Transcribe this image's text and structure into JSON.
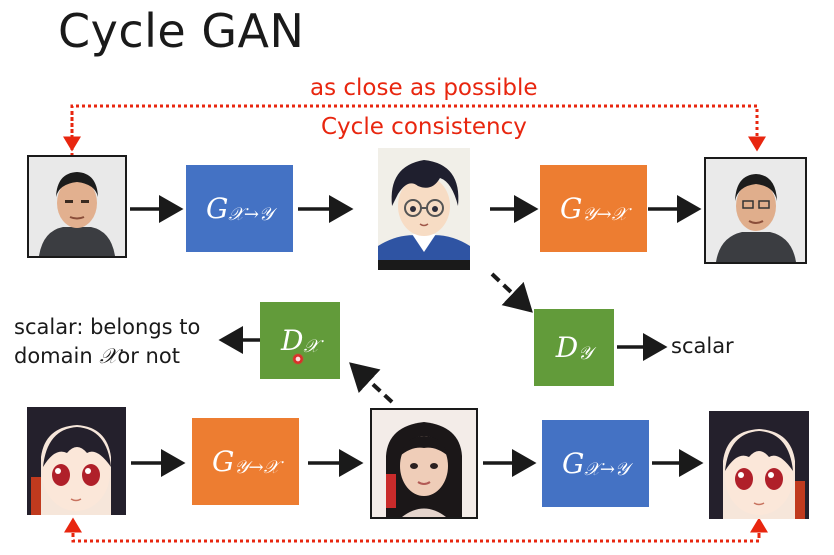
{
  "title": "Cycle GAN",
  "top_annotation": {
    "line1": "as close as possible",
    "line2": "Cycle consistency"
  },
  "generators": {
    "x_to_y": {
      "G": "G",
      "sub": "𝒳→𝒴"
    },
    "y_to_x": {
      "G": "G",
      "sub": "𝒴→𝒳"
    }
  },
  "discriminators": {
    "dx": {
      "D": "D",
      "sub": "𝒳"
    },
    "dy": {
      "D": "D",
      "sub": "𝒴"
    }
  },
  "labels": {
    "scalar_left_line1": "scalar: belongs to",
    "scalar_left_line2_pre": "domain ",
    "scalar_left_domain": "𝒳",
    "scalar_left_line2_post": "or not",
    "scalar_right": "scalar"
  },
  "colors": {
    "blue": "#4472c4",
    "orange": "#ed7d31",
    "green": "#629b3a",
    "red": "#e8260f",
    "black": "#1a1a1a"
  }
}
